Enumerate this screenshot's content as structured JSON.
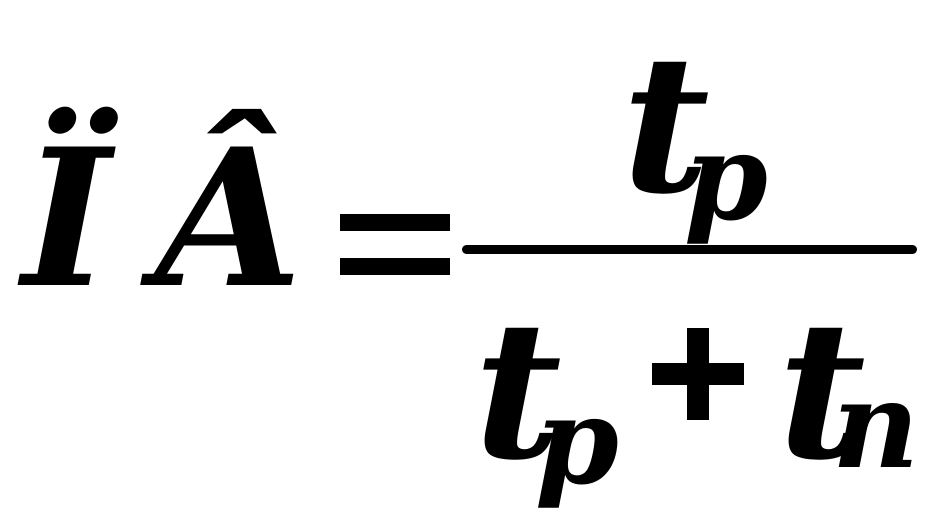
{
  "formula": {
    "lhs": {
      "symbol_1": "Ï",
      "symbol_2": "Â"
    },
    "numerator": {
      "var": "t",
      "sub": "p"
    },
    "denominator": {
      "term_1": {
        "var": "t",
        "sub": "p"
      },
      "operator": "+",
      "term_2": {
        "var": "t",
        "sub": "n"
      }
    }
  }
}
